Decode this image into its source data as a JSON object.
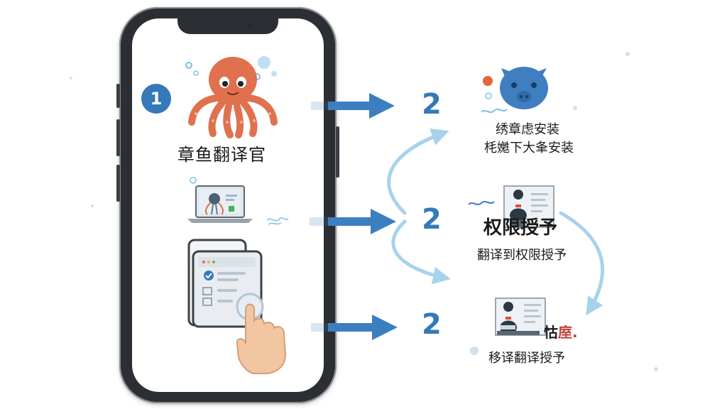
{
  "phone": {
    "step_number": "1",
    "app_name": "章鱼翻译官"
  },
  "steps": [
    {
      "number_glyph": "2",
      "icon": "blue-cat-mascot-icon",
      "lines": [
        "绣章虑安装",
        "枆嬔下⼤夆安装"
      ]
    },
    {
      "number_glyph": "2",
      "icon": "user-at-computer-icon",
      "title": "权限授予",
      "line": "翻译到权限授予"
    },
    {
      "number_glyph": "2",
      "icon": "user-at-computer-icon",
      "badge_dark": "怙",
      "badge_red": "庢.",
      "line": "移译翻译授予"
    }
  ],
  "colors": {
    "accent_blue": "#3579b8",
    "arrow_blue": "#3b7fc1",
    "light_blue": "#a8d2ec",
    "octopus": "#e0714f",
    "phone_frame": "#2b2f33"
  }
}
